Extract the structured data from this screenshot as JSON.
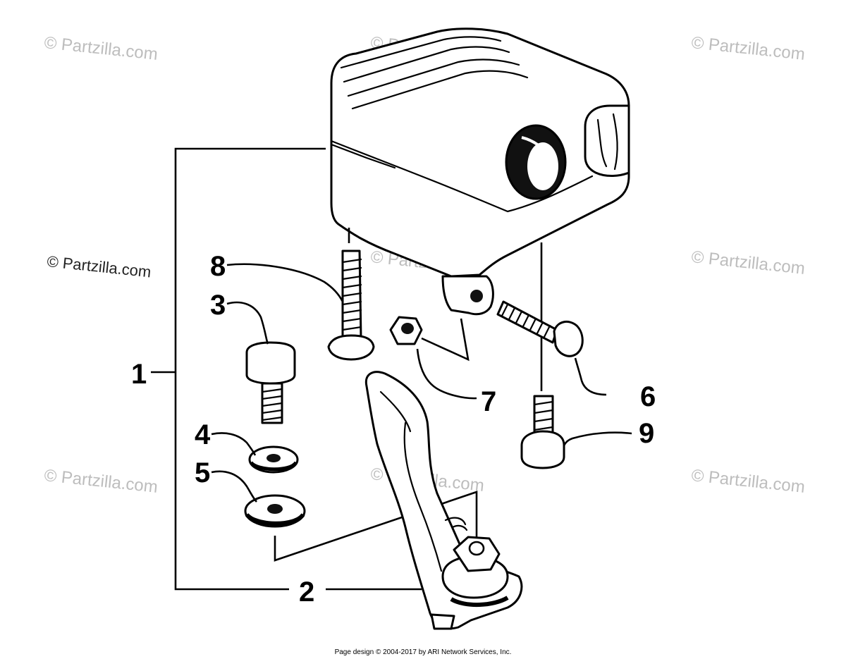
{
  "watermarks": {
    "top_left": "© Partzilla.com",
    "top_center": "© Partzilla.com",
    "top_right": "© Partzilla.com",
    "mid_left": "© Partzilla.com",
    "mid_center": "© Partzilla.com",
    "mid_right": "© Partzilla.com",
    "low_left": "© Partzilla.com",
    "low_center": "© Partzilla.com",
    "low_right": "© Partzilla.com"
  },
  "callouts": {
    "c1": "1",
    "c2": "2",
    "c3": "3",
    "c4": "4",
    "c5": "5",
    "c6": "6",
    "c7": "7",
    "c8": "8",
    "c9": "9"
  },
  "footer": "Page design © 2004-2017 by ARI Network Services, Inc."
}
